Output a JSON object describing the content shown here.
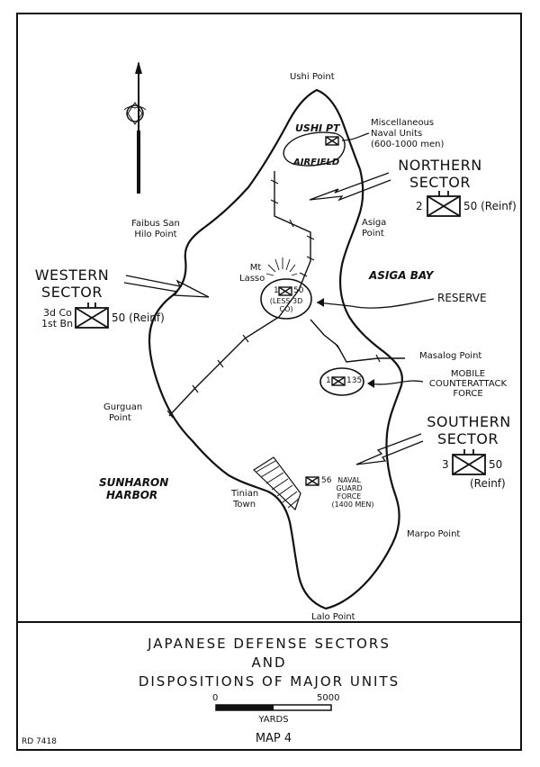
{
  "places": {
    "ushi_point": "Ushi Point",
    "ushi_pt": "USHI PT",
    "airfield": "AIRFIELD",
    "faibus_san_hilo_1": "Faibus San",
    "faibus_san_hilo_2": "Hilo Point",
    "asiga_point_1": "Asiga",
    "asiga_point_2": "Point",
    "asiga_bay": "ASIGA BAY",
    "mt_lasso_1": "Mt",
    "mt_lasso_2": "Lasso",
    "masalog_point": "Masalog Point",
    "gurguan_point_1": "Gurguan",
    "gurguan_point_2": "Point",
    "sunharon_harbor_1": "SUNHARON",
    "sunharon_harbor_2": "HARBOR",
    "tinian_town_1": "Tinian",
    "tinian_town_2": "Town",
    "marpo_point": "Marpo Point",
    "lalo_point": "Lalo Point"
  },
  "labels": {
    "misc_naval_1": "Miscellaneous",
    "misc_naval_2": "Naval Units",
    "misc_naval_3": "(600-1000 men)",
    "reserve": "RESERVE",
    "mobile_1": "MOBILE",
    "mobile_2": "COUNTERATTACK",
    "mobile_3": "FORCE",
    "naval_guard_1": "NAVAL",
    "naval_guard_2": "GUARD",
    "naval_guard_3": "FORCE",
    "naval_guard_4": "(1400 MEN)"
  },
  "sectors": {
    "northern_1": "NORTHERN",
    "northern_2": "SECTOR",
    "western_1": "WESTERN",
    "western_2": "SECTOR",
    "southern_1": "SOUTHERN",
    "southern_2": "SECTOR"
  },
  "units": {
    "northern_left": "2",
    "northern_right": "50 (Reinf)",
    "western_left_1": "3d Co",
    "western_left_2": "1st Bn",
    "western_right": "50 (Reinf)",
    "southern_left": "3",
    "southern_right": "50",
    "southern_reinf": "(Reinf)",
    "reserve_left": "1",
    "reserve_right": "50",
    "reserve_note_1": "(LESS 3D",
    "reserve_note_2": "CO)",
    "mobile_left": "1",
    "mobile_right": "135",
    "naval_right": "56"
  },
  "title": {
    "line1": "JAPANESE DEFENSE SECTORS",
    "line2": "AND",
    "line3": "DISPOSITIONS OF MAJOR UNITS"
  },
  "scale": {
    "min": "0",
    "max": "5000",
    "unit": "YARDS"
  },
  "footer": {
    "code": "RD 7418",
    "map_number": "MAP 4"
  }
}
